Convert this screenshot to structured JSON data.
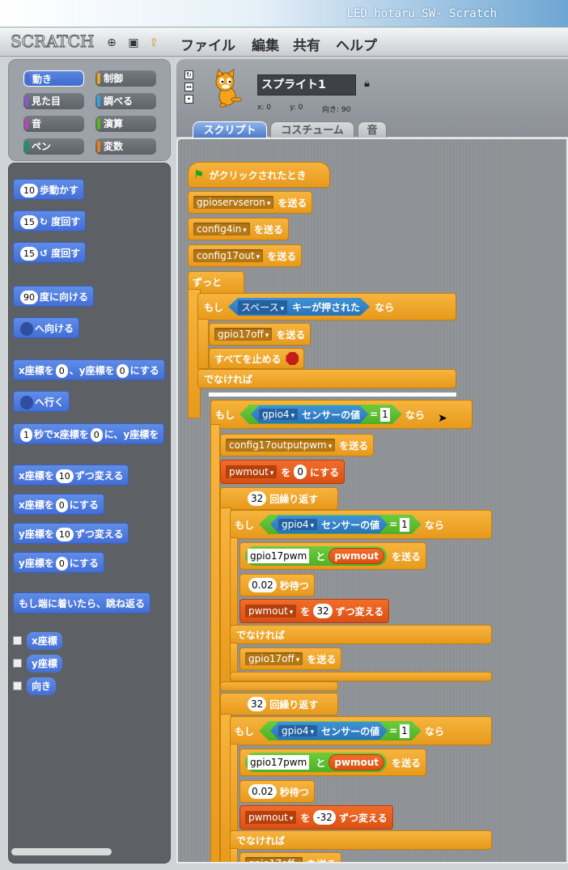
{
  "window": {
    "title": "LED_hotaru_SW- Scratch"
  },
  "menu": {
    "logo": "SCRATCH",
    "items": [
      "ファイル",
      "編集",
      "共有",
      "ヘルプ"
    ]
  },
  "categories": [
    {
      "label": "動き",
      "color": "#4a6cd4",
      "selected": true
    },
    {
      "label": "制御",
      "color": "#e6a822"
    },
    {
      "label": "見た目",
      "color": "#8a55d7"
    },
    {
      "label": "調べる",
      "color": "#2ca5e2"
    },
    {
      "label": "音",
      "color": "#bb42c3"
    },
    {
      "label": "演算",
      "color": "#5cb712"
    },
    {
      "label": "ペン",
      "color": "#0e9a6c"
    },
    {
      "label": "変数",
      "color": "#ee7d16"
    }
  ],
  "palette": {
    "move": {
      "n": "10",
      "t": "歩動かす"
    },
    "turn_cw": {
      "n": "15",
      "t": "度回す"
    },
    "turn_ccw": {
      "n": "15",
      "t": "度回す"
    },
    "point_dir": {
      "n": "90",
      "t": "度に向ける"
    },
    "point_to": {
      "t": "へ向ける"
    },
    "goto_xy": {
      "a": "x座標を",
      "x": "0",
      "b": "、y座標を",
      "y": "0",
      "c": "にする"
    },
    "goto": {
      "t": "へ行く"
    },
    "glide": {
      "n": "1",
      "a": "秒でx座標を",
      "x": "0",
      "b": "に、y座標を"
    },
    "change_x": {
      "a": "x座標を",
      "n": "10",
      "b": "ずつ変える"
    },
    "set_x": {
      "a": "x座標を",
      "n": "0",
      "b": "にする"
    },
    "change_y": {
      "a": "y座標を",
      "n": "10",
      "b": "ずつ変える"
    },
    "set_y": {
      "a": "y座標を",
      "n": "0",
      "b": "にする"
    },
    "bounce": "もし端に着いたら、跳ね返る",
    "reporters": [
      "x座標",
      "y座標",
      "向き"
    ]
  },
  "sprite": {
    "name": "スプライト1",
    "x_label": "x: 0",
    "y_label": "y: 0",
    "dir_label": "向き: 90"
  },
  "tabs": [
    "スクリプト",
    "コスチューム",
    "音"
  ],
  "script": {
    "hat": "がクリックされたとき",
    "send": "を送る",
    "msg1": "gpioservseron",
    "msg2": "config4in",
    "msg3": "config17out",
    "forever": "ずっと",
    "if": "もし",
    "then": "なら",
    "else": "でなければ",
    "key": "スペース",
    "key_label": "キーが押された",
    "msg_off": "gpio17off",
    "stop_all": "すべてを止める",
    "sensor": "gpio4",
    "sensor_label": "センサーの値",
    "eq_val": "1",
    "msg_pwm": "config17outputpwm",
    "var": "pwmout",
    "set_to": "を",
    "set_val": "0",
    "set_suffix": "にする",
    "repeat_n": "32",
    "repeat": "回繰り返す",
    "join_a": "gpio17pwm",
    "join_and": "と",
    "wait_n": "0.02",
    "wait": "秒待つ",
    "change_by1": "32",
    "change_by2": "-32",
    "change_suffix": "ずつ変える"
  }
}
